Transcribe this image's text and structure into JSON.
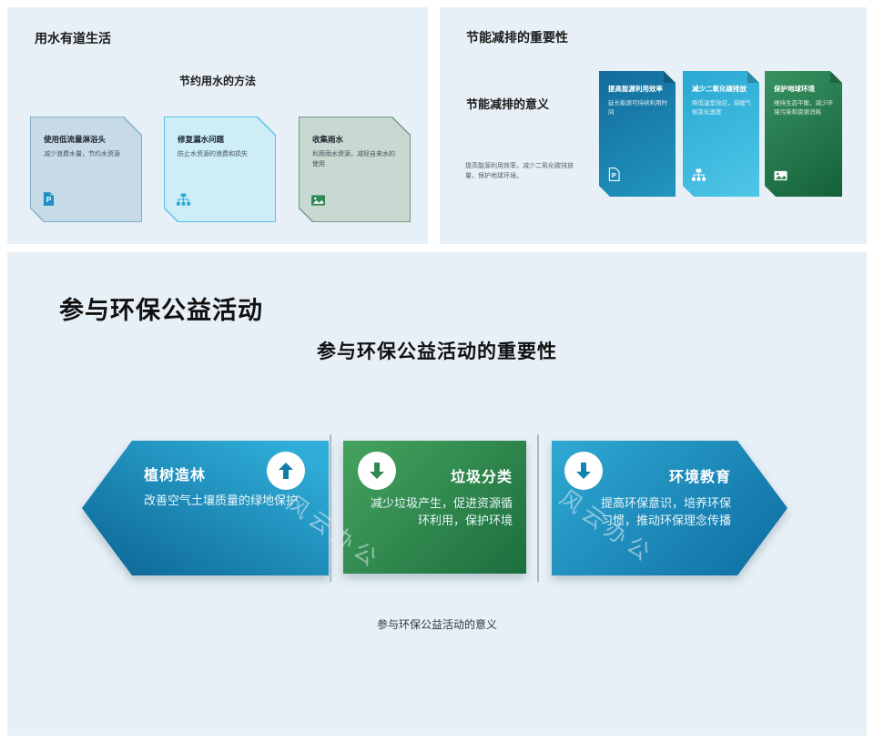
{
  "colors": {
    "slide_background": "#e7f0f6",
    "page_background": "#ffffff",
    "blue_dark": "#0b6392",
    "blue_light": "#2fadd8",
    "cyan": "#29a8d3",
    "green_dark": "#1d6e3e",
    "green_light": "#44a35e",
    "divider": "#aebac2"
  },
  "slide_water": {
    "title": "用水有道生活",
    "subtitle": "节约用水的方法",
    "cards": [
      {
        "title": "使用低流量淋浴头",
        "desc": "减少浪费水量，节约水资源",
        "icon": "document-icon"
      },
      {
        "title": "修复漏水问题",
        "desc": "防止水资源的浪费和损失",
        "icon": "sitemap-icon"
      },
      {
        "title": "收集雨水",
        "desc": "利用雨水资源，减轻自来水的使用",
        "icon": "image-icon"
      }
    ]
  },
  "slide_energy": {
    "title": "节能减排的重要性",
    "heading": "节能减排的意义",
    "body": "提高能源利用效率，减少二氧化碳排放量，保护地球环境。",
    "cards": [
      {
        "title": "提高能源利用效率",
        "desc": "延长能源可持续利用时间",
        "icon": "document-icon"
      },
      {
        "title": "减少二氧化碳排放",
        "desc": "降低温室效应，减缓气候变化速度",
        "icon": "sitemap-icon"
      },
      {
        "title": "保护地球环境",
        "desc": "维持生态平衡，减少环境污染和资源消耗",
        "icon": "image-icon"
      }
    ]
  },
  "slide_activity": {
    "title": "参与环保公益活动",
    "subtitle": "参与环保公益活动的重要性",
    "caption": "参与环保公益活动的意义",
    "watermark": "风云办公",
    "items": [
      {
        "title": "植树造林",
        "desc": "改善空气土壤质量的绿地保护",
        "arrow": "up-arrow-icon"
      },
      {
        "title": "垃圾分类",
        "desc": "减少垃圾产生，促进资源循环利用，保护环境",
        "arrow": "down-arrow-icon"
      },
      {
        "title": "环境教育",
        "desc": "提高环保意识，培养环保习惯，推动环保理念传播",
        "arrow": "down-arrow-icon"
      }
    ]
  }
}
